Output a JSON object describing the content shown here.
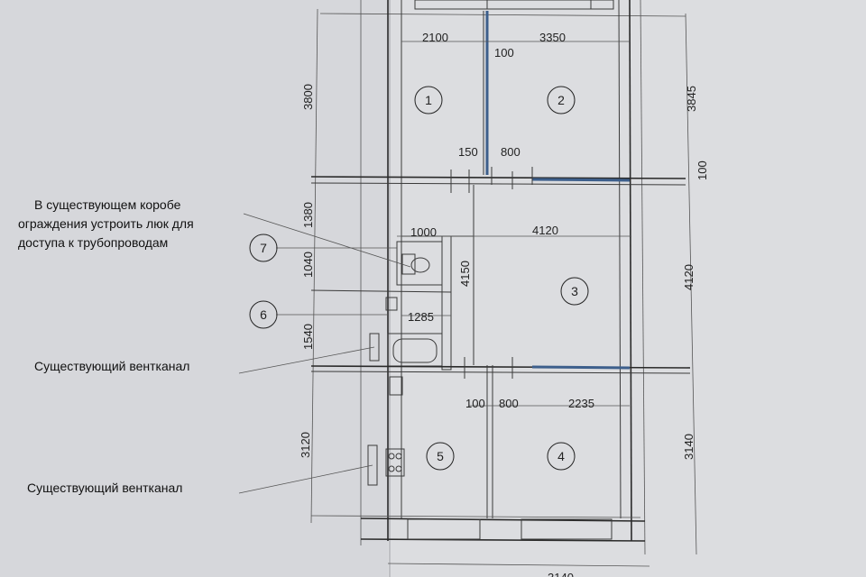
{
  "notes": {
    "hatch": "В существующем коробе\nограждения устроить люк для\nдоступа к трубопроводам",
    "vent1": "Существующий вентканал",
    "vent2": "Существующий вентканал"
  },
  "rooms": [
    "1",
    "2",
    "3",
    "4",
    "5",
    "6",
    "7"
  ],
  "dimensions": {
    "top_left": "2100",
    "top_right": "3350",
    "partition_top": "100",
    "door_a_wall": "150",
    "door_a_width": "800",
    "right_offset": "100",
    "left_1": "3800",
    "right_1": "3845",
    "left_2": "1380",
    "bath_width": "1000",
    "room3_width": "4120",
    "left_7": "1040",
    "bath_height": "4150",
    "right_3": "4120",
    "toilet_width": "1285",
    "left_6": "1540",
    "door_b_wall": "100",
    "door_b_width": "800",
    "room4_width": "2235",
    "left_5": "3120",
    "right_4": "3140",
    "bottom": "3140"
  },
  "colors": {
    "paper": "#d6d7db",
    "line": "#2a2a2a",
    "partition": "#3d5f8c"
  }
}
